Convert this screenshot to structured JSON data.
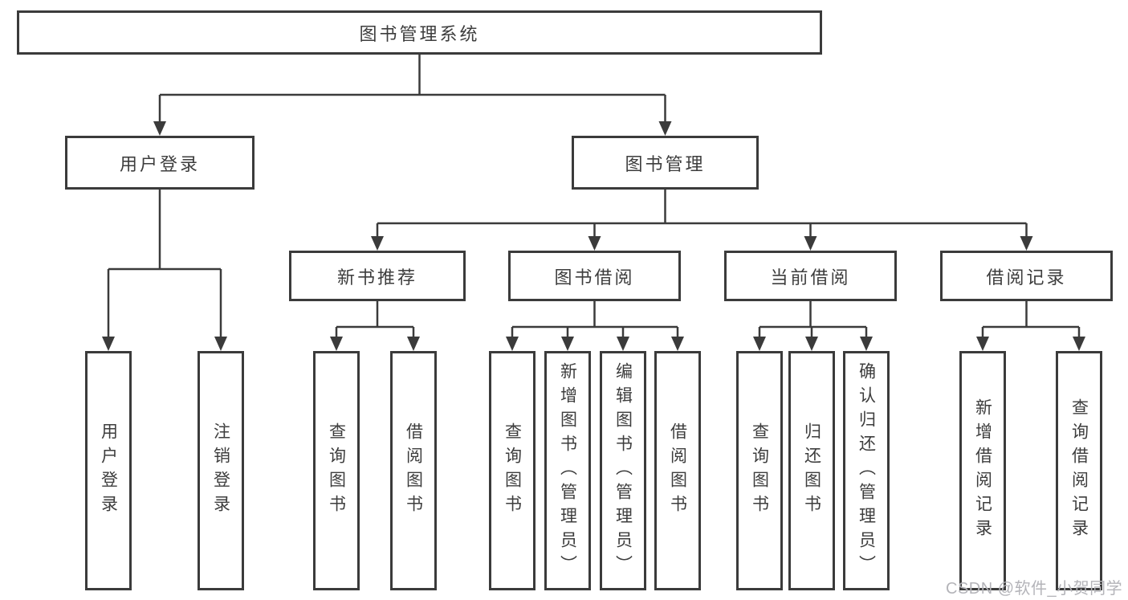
{
  "tree": {
    "label": "图书管理系统",
    "children": [
      {
        "label": "用户登录",
        "children": [
          {
            "label": "用户登录"
          },
          {
            "label": "注销登录"
          }
        ]
      },
      {
        "label": "图书管理",
        "children": [
          {
            "label": "新书推荐",
            "children": [
              {
                "label": "查询图书"
              },
              {
                "label": "借阅图书"
              }
            ]
          },
          {
            "label": "图书借阅",
            "children": [
              {
                "label": "查询图书"
              },
              {
                "label": "新增图书（管理员）"
              },
              {
                "label": "编辑图书（管理员）"
              },
              {
                "label": "借阅图书"
              }
            ]
          },
          {
            "label": "当前借阅",
            "children": [
              {
                "label": "查询图书"
              },
              {
                "label": "归还图书"
              },
              {
                "label": "确认归还（管理员）"
              }
            ]
          },
          {
            "label": "借阅记录",
            "children": [
              {
                "label": "新增借阅记录"
              },
              {
                "label": "查询借阅记录"
              }
            ]
          }
        ]
      }
    ]
  },
  "watermark": {
    "text": "CSDN @软件_小贺同学",
    "color": "#b4b4b9"
  },
  "colors": {
    "line": "#3b3b3b",
    "box_border": "#3b3b3b",
    "box_background": "#ffffff",
    "text": "#3d3d3d"
  }
}
